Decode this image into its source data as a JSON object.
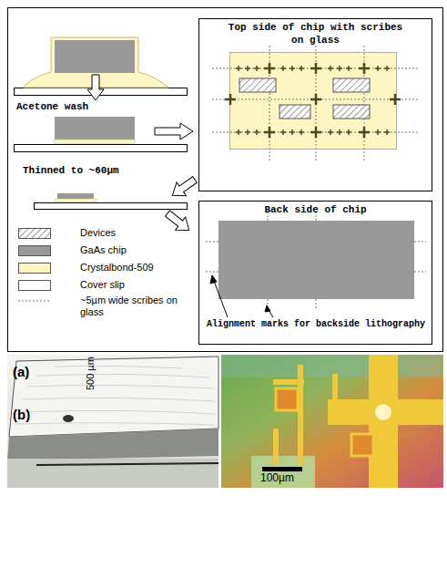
{
  "diagram": {
    "nodes": [
      {
        "text": [
          "Top side of chip with scribes on glass"
        ]
      },
      {
        "text": [
          "Back side of chip"
        ]
      }
    ],
    "labels": [
      "Acetone wash",
      "Thinned to ~60µm",
      "Alignment marks for backside lithography",
      "(a)",
      "500 µm",
      "(b)",
      "100µm"
    ],
    "legend": [
      {
        "text": "Devices"
      },
      {
        "text": "GaAs chip",
        "color": "#999999"
      },
      {
        "text": "Crystalbond-509",
        "color": "#fdf5c2"
      },
      {
        "text": "Cover slip",
        "color": "#ffffff"
      },
      {
        "text": "~5µm wide scribes on glass"
      }
    ]
  }
}
